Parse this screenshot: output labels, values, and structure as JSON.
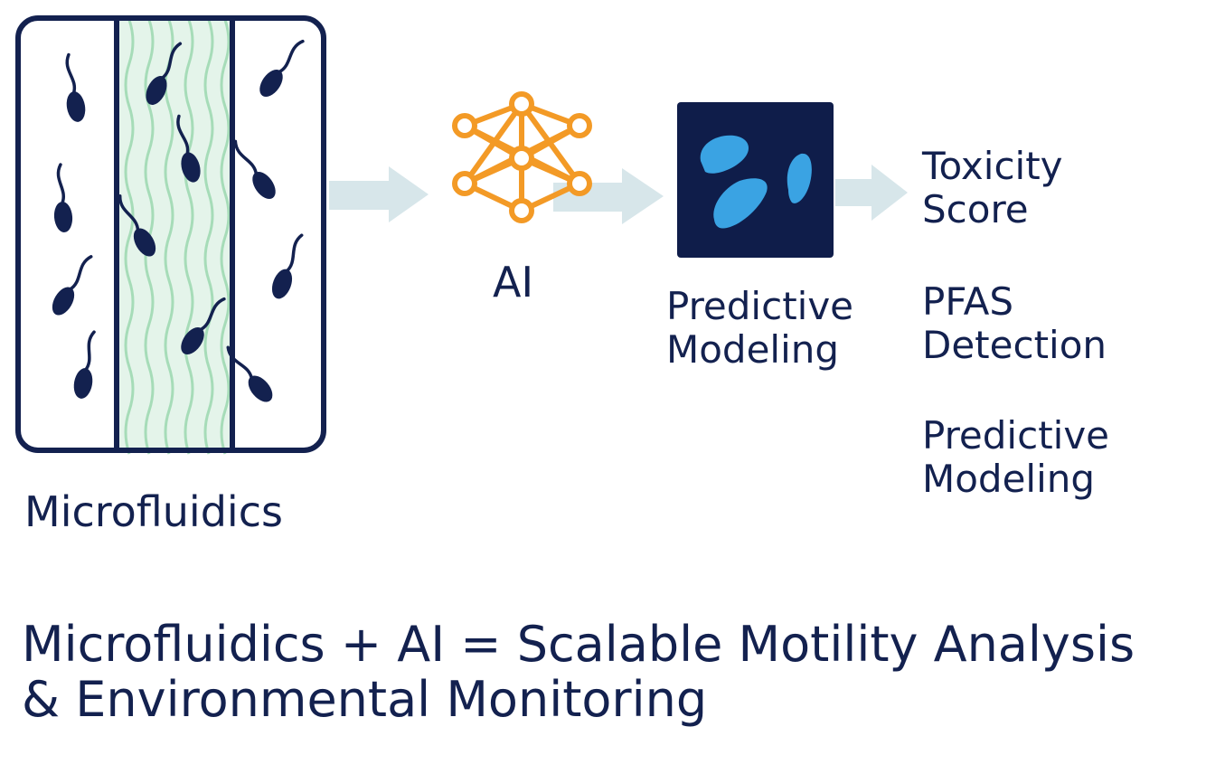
{
  "labels": {
    "microfluidics": "Microfluidics",
    "ai": "AI",
    "predictive_modeling_line1": "Predictive",
    "predictive_modeling_line2": "Modeling"
  },
  "outputs": [
    {
      "line1": "Toxicity",
      "line2": "Score"
    },
    {
      "line1": "PFAS",
      "line2": "Detection"
    },
    {
      "line1": "Predictive",
      "line2": "Modeling"
    }
  ],
  "headline": {
    "line1": "Microfluidics + AI = Scalable Motility Analysis",
    "line2": "& Environmental Monitoring"
  },
  "colors": {
    "navy": "#13214f",
    "network_orange": "#f39a26",
    "arrow": "#d7e6ea",
    "channel_green": "#e4f4ea",
    "channel_wave": "#a6dcb8",
    "panel_bg": "#0f1d4a",
    "panel_shape": "#3aa3e3"
  },
  "icons": {
    "chip": "microfluidic-chip-with-sperm-cells",
    "network": "neural-network-icon",
    "panel": "predictive-model-image-icon",
    "arrows": "right-arrow-icon"
  }
}
